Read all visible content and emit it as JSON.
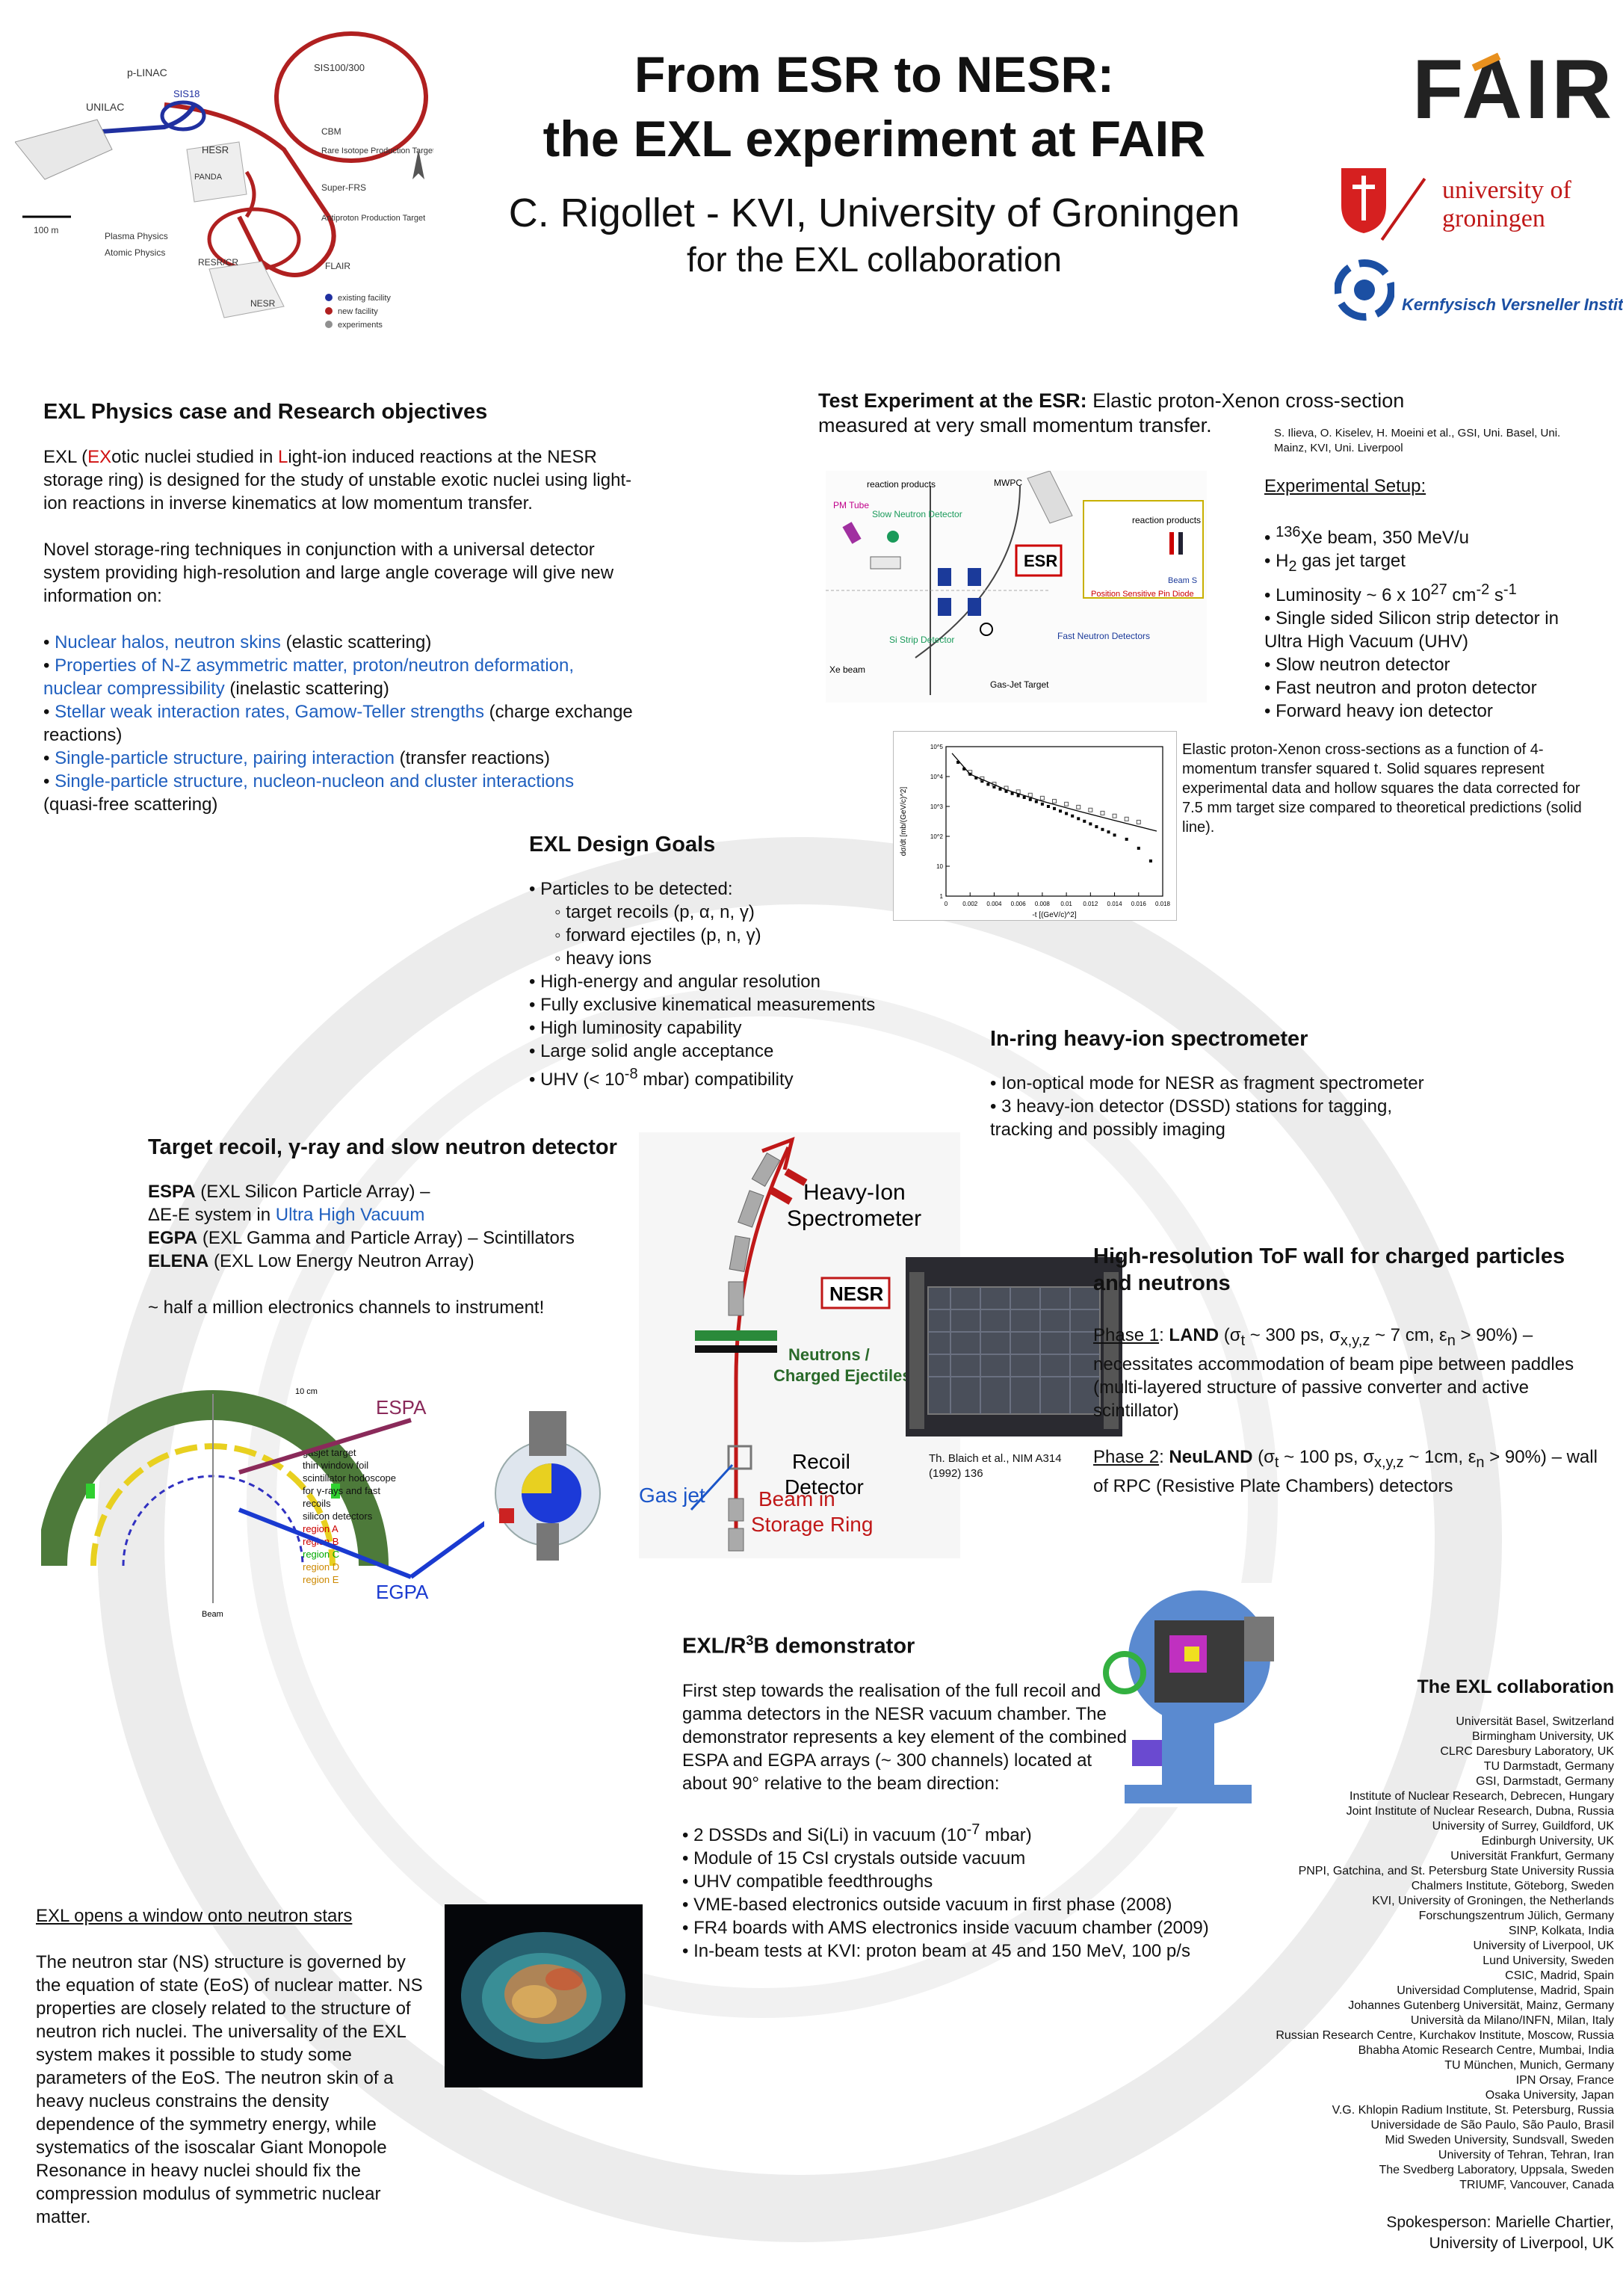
{
  "title": {
    "line1": "From ESR to NESR:",
    "line2": "the EXL experiment at FAIR",
    "author": "C. Rigollet - KVI, University of Groningen",
    "collab": "for the EXL collaboration"
  },
  "logos": {
    "fair": "FAIR",
    "rug_line1": "university of",
    "rug_line2": "groningen",
    "kvi": "Kernfysisch Versneller Instituut"
  },
  "map": {
    "labels": [
      "p-LINAC",
      "UNILAC",
      "SIS18",
      "SIS100/300",
      "HESR",
      "CBM",
      "Rare Isotope Production Target",
      "PANDA",
      "Super-FRS",
      "Antiproton Production Target",
      "Plasma Physics",
      "Atomic Physics",
      "RESR/CR",
      "FLAIR",
      "NESR",
      "100 m"
    ],
    "legend": [
      "existing facility",
      "new facility",
      "experiments"
    ],
    "colors": {
      "existing": "#2030a0",
      "new": "#b02020",
      "exp": "#909090"
    }
  },
  "physics": {
    "heading": "EXL Physics case and Research objectives",
    "intro_p1a": "EXL (",
    "intro_ex": "EX",
    "intro_p1b": "otic nuclei studied in ",
    "intro_l": "L",
    "intro_p1c": "ight-ion induced reactions at the NESR storage ring) is designed for the study of unstable exotic nuclei using light-ion reactions in inverse kinematics at low momentum transfer.",
    "intro_p2": "Novel storage-ring techniques in conjunction with a universal detector system providing high-resolution and large angle coverage will give new information on:",
    "items": [
      {
        "blue": "Nuclear halos, neutron skins",
        "black": " (elastic scattering)"
      },
      {
        "blue": "Properties of N-Z asymmetric matter, proton/neutron deformation, nuclear compressibility",
        "black": " (inelastic scattering)"
      },
      {
        "blue": "Stellar weak interaction rates, Gamow-Teller strengths",
        "black": " (charge exchange reactions)"
      },
      {
        "blue": "Single-particle structure, pairing interaction",
        "black": " (transfer reactions)"
      },
      {
        "blue": "Single-particle structure, nucleon-nucleon and cluster interactions",
        "black": " (quasi-free scattering)"
      }
    ]
  },
  "test": {
    "heading_bold": "Test Experiment at the ESR:",
    "heading_rest": " Elastic proton-Xenon cross-section measured at very small momentum transfer.",
    "refs": "S. Ilieva, O. Kiselev, H. Moeini et al., GSI, Uni. Basel, Uni. Mainz, KVI, Uni. Liverpool",
    "setup_title": "Experimental Setup",
    "setup_items": [
      "136Xe beam, 350 MeV/u",
      "H2 gas jet target",
      "Luminosity ~ 6 x 10^27 cm-2 s-1",
      "Single sided Silicon strip detector in Ultra High Vacuum (UHV)",
      "Slow neutron detector",
      "Fast neutron and proton detector",
      "Forward heavy ion detector"
    ],
    "diagram_labels": [
      "PM Tube",
      "reaction products",
      "Slow Neutron Detector",
      "MWPC",
      "ESR",
      "reaction products",
      "Position Sensitive Pin Diode",
      "Beam S",
      "Si Strip Detector",
      "Xe beam",
      "Fast Neutron Detectors",
      "Gas-Jet Target"
    ],
    "plot_caption": "Elastic proton-Xenon cross-sections as a function of 4-momentum transfer squared t. Solid squares represent experimental data and hollow squares the data corrected for 7.5 mm target size compared to theoretical predictions (solid line)."
  },
  "chart_data": {
    "type": "scatter",
    "title": "",
    "xlabel": "-t [(GeV/c)^2]",
    "ylabel": "dσ/dt [mb/(GeV/c)^2]",
    "xlim": [
      0,
      0.018
    ],
    "ylog": true,
    "xticks": [
      "0",
      "0.002",
      "0.004",
      "0.006",
      "0.008",
      "0.01",
      "0.012",
      "0.014",
      "0.016",
      "0.018"
    ],
    "yticks": [
      "10^5",
      "10^4",
      "10^3",
      "10^2",
      "10",
      "1"
    ],
    "series": [
      {
        "points": [
          [
            0.001,
            30000
          ],
          [
            0.0015,
            18000
          ],
          [
            0.002,
            12000
          ],
          [
            0.0025,
            9000
          ],
          [
            0.003,
            7000
          ],
          [
            0.0035,
            5500
          ],
          [
            0.004,
            4500
          ],
          [
            0.0045,
            3800
          ],
          [
            0.005,
            3200
          ],
          [
            0.0055,
            2700
          ],
          [
            0.006,
            2300
          ],
          [
            0.0065,
            2000
          ],
          [
            0.007,
            1700
          ],
          [
            0.0075,
            1450
          ],
          [
            0.008,
            1200
          ],
          [
            0.0085,
            1000
          ],
          [
            0.009,
            850
          ],
          [
            0.0095,
            700
          ],
          [
            0.01,
            580
          ],
          [
            0.0105,
            480
          ],
          [
            0.011,
            390
          ],
          [
            0.0115,
            320
          ],
          [
            0.012,
            260
          ],
          [
            0.0125,
            210
          ],
          [
            0.013,
            170
          ],
          [
            0.0135,
            140
          ],
          [
            0.014,
            110
          ],
          [
            0.015,
            80
          ],
          [
            0.016,
            40
          ],
          [
            0.017,
            15
          ]
        ]
      },
      {
        "points": [
          [
            0.002,
            14000
          ],
          [
            0.003,
            8500
          ],
          [
            0.004,
            5600
          ],
          [
            0.005,
            4100
          ],
          [
            0.006,
            3100
          ],
          [
            0.007,
            2400
          ],
          [
            0.008,
            1900
          ],
          [
            0.009,
            1500
          ],
          [
            0.01,
            1200
          ],
          [
            0.011,
            950
          ],
          [
            0.012,
            760
          ],
          [
            0.013,
            600
          ],
          [
            0.014,
            480
          ],
          [
            0.015,
            380
          ],
          [
            0.016,
            300
          ]
        ]
      },
      {
        "line": [
          [
            0.0005,
            60000
          ],
          [
            0.002,
            12000
          ],
          [
            0.005,
            3600
          ],
          [
            0.008,
            1500
          ],
          [
            0.011,
            700
          ],
          [
            0.014,
            340
          ],
          [
            0.0175,
            150
          ]
        ]
      }
    ]
  },
  "design": {
    "heading": "EXL Design Goals",
    "l1": "Particles to be detected:",
    "sub": [
      "target recoils (p, α, n, γ)",
      "forward ejectiles (p, n, γ)",
      "heavy ions"
    ],
    "items": [
      "High-energy and angular resolution",
      "Fully exclusive kinematical measurements",
      "High luminosity capability",
      "Large solid angle acceptance",
      "UHV (< 10-8 mbar) compatibility"
    ]
  },
  "spectrometer": {
    "heading": "In-ring heavy-ion spectrometer",
    "items": [
      "Ion-optical mode for NESR as fragment spectrometer",
      "3 heavy-ion detector (DSSD) stations for tagging, tracking and possibly imaging"
    ]
  },
  "recoil": {
    "heading": "Target recoil, γ-ray and slow neutron detector",
    "espa_b": "ESPA",
    "espa_t": " (EXL Silicon Particle Array) –",
    "de_t": "ΔE-E system in ",
    "de_blue": "Ultra High Vacuum",
    "egpa_b": "EGPA",
    "egpa_t": " (EXL Gamma and Particle Array) – Scintillators",
    "elena_b": "ELENA",
    "elena_t": " (EXL Low Energy Neutron Array)",
    "half": "~ half a million electronics channels to instrument!",
    "label_espa": "ESPA",
    "label_egpa": "EGPA",
    "legend": [
      "gasjet target",
      "thin window foil",
      "scintillator hodoscope for γ-rays and fast recoils",
      "silicon detectors",
      "region A",
      "region B",
      "region C",
      "region D",
      "region E"
    ],
    "scale": "10 cm",
    "beam": "Beam"
  },
  "center": {
    "heavy": "Heavy-Ion Spectrometer",
    "nesr": "NESR",
    "neutrons": "Neutrons / Charged Ejectiles",
    "recoil": "Recoil Detector",
    "gasjet": "Gas jet",
    "beam": "Beam in Storage Ring"
  },
  "tof": {
    "heading": "High-resolution ToF wall for charged particles and neutrons",
    "phase1_lbl": "Phase 1",
    "phase1_b": "LAND",
    "phase1_t": " (σt ~ 300 ps, σx,y,z ~ 7 cm, εn > 90%) – necessitates accommodation of beam pipe between paddles (multi-layered structure of passive converter and active scintillator)",
    "phase2_lbl": "Phase 2",
    "phase2_b": "NeuLAND",
    "phase2_t": " (σt ~ 100 ps, σx,y,z ~ 1cm, εn > 90%) – wall of RPC (Resistive Plate Chambers) detectors",
    "ref": "Th. Blaich et al., NIM A314 (1992) 136"
  },
  "demo": {
    "heading": "EXL/R3B demonstrator",
    "p1": "First step towards the realisation of the full recoil and gamma detectors in the NESR vacuum chamber. The demonstrator represents a key element of the combined ESPA and EGPA arrays (~ 300 channels) located at about 90° relative to the beam direction:",
    "items": [
      "2 DSSDs and Si(Li) in vacuum (10-7 mbar)",
      "Module of 15 CsI crystals outside vacuum",
      "UHV compatible feedthroughs",
      "VME-based electronics outside vacuum in first phase (2008)",
      "FR4 boards with AMS electronics inside vacuum chamber (2009)",
      "In-beam tests at KVI: proton beam at 45 and 150 MeV, 100 p/s"
    ]
  },
  "ns": {
    "heading": "EXL opens a window onto neutron stars",
    "p": "The neutron star (NS) structure is governed by the equation of state (EoS) of nuclear matter. NS properties are closely related to the structure of neutron rich nuclei. The universality of the EXL system makes it possible to study some parameters of the EoS. The neutron skin of a heavy nucleus constrains the density dependence of the symmetry energy, while systematics of the isoscalar Giant Monopole Resonance in heavy nuclei should fix the compression modulus of symmetric nuclear matter."
  },
  "collaboration": {
    "heading": "The EXL collaboration",
    "members": [
      "Universität Basel, Switzerland",
      "Birmingham University, UK",
      "CLRC Daresbury Laboratory, UK",
      "TU Darmstadt, Germany",
      "GSI, Darmstadt, Germany",
      "Institute of Nuclear Research, Debrecen, Hungary",
      "Joint Institute of Nuclear Research, Dubna, Russia",
      "University of Surrey, Guildford, UK",
      "Edinburgh University, UK",
      "Universität Frankfurt, Germany",
      "PNPI, Gatchina, and St. Petersburg State University Russia",
      "Chalmers Institute, Göteborg, Sweden",
      "KVI, University of Groningen, the Netherlands",
      "Forschungszentrum Jülich, Germany",
      "SINP, Kolkata, India",
      "University of Liverpool, UK",
      "Lund University, Sweden",
      "CSIC, Madrid, Spain",
      "Universidad Complutense, Madrid, Spain",
      "Johannes Gutenberg Universität, Mainz, Germany",
      "Università da Milano/INFN, Milan, Italy",
      "Russian Research Centre, Kurchakov Institute, Moscow, Russia",
      "Bhabha Atomic Research Centre, Mumbai, India",
      "TU München, Munich, Germany",
      "IPN Orsay, France",
      "Osaka University, Japan",
      "V.G. Khlopin Radium Institute, St. Petersburg, Russia",
      "Universidade de São Paulo, São Paulo, Brasil",
      "Mid Sweden University, Sundsvall, Sweden",
      "University of Tehran, Tehran, Iran",
      "The Svedberg Laboratory, Uppsala, Sweden",
      "TRIUMF, Vancouver, Canada"
    ],
    "spokes1": "Spokesperson: Marielle Chartier,",
    "spokes2": "University of Liverpool, UK"
  }
}
